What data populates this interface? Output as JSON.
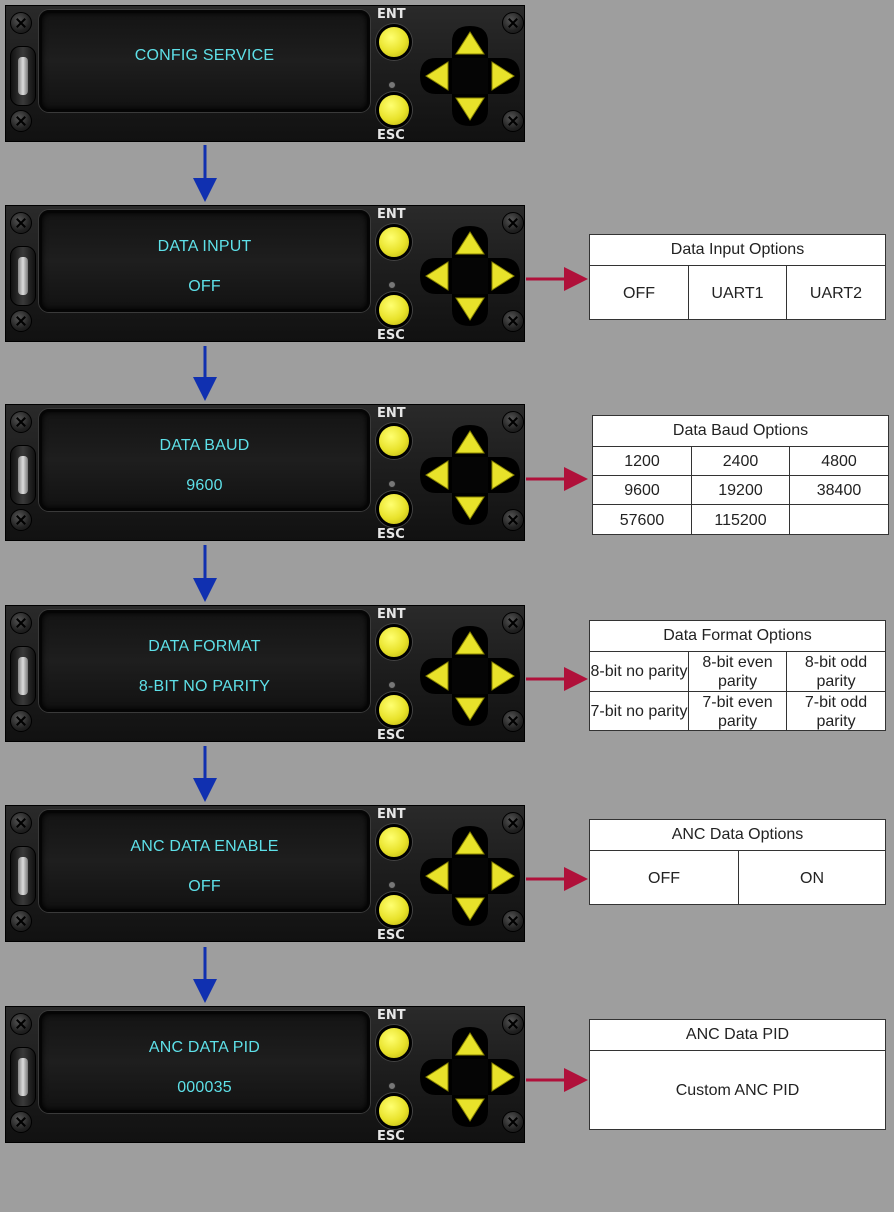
{
  "device": {
    "ent_label": "ENT",
    "esc_label": "ESC"
  },
  "panels": [
    {
      "line1": "CONFIG SERVICE",
      "line2": ""
    },
    {
      "line1": "DATA INPUT",
      "line2": "OFF"
    },
    {
      "line1": "DATA BAUD",
      "line2": "9600"
    },
    {
      "line1": "DATA FORMAT",
      "line2": "8-BIT NO PARITY"
    },
    {
      "line1": "ANC DATA ENABLE",
      "line2": "OFF"
    },
    {
      "line1": "ANC DATA PID",
      "line2": "000035"
    }
  ],
  "option_boxes": [
    {
      "title": "Data Input Options",
      "cells": [
        "OFF",
        "UART1",
        "UART2"
      ]
    },
    {
      "title": "Data Baud Options",
      "cells": [
        "1200",
        "2400",
        "4800",
        "9600",
        "19200",
        "38400",
        "57600",
        "115200",
        ""
      ]
    },
    {
      "title": "Data Format Options",
      "cells": [
        "8-bit no parity",
        "8-bit even parity",
        "8-bit odd parity",
        "7-bit no parity",
        "7-bit even parity",
        "7-bit odd parity"
      ]
    },
    {
      "title": "ANC Data Options",
      "cells": [
        "OFF",
        "ON"
      ]
    },
    {
      "title": "ANC Data PID",
      "cells": [
        "Custom ANC PID"
      ]
    }
  ],
  "colors": {
    "background": "#9e9e9e",
    "lcd_text": "#5ee0e8",
    "button_yellow": "#e8e22a",
    "flow_arrow": "#1030b0",
    "option_arrow": "#b0103a"
  }
}
